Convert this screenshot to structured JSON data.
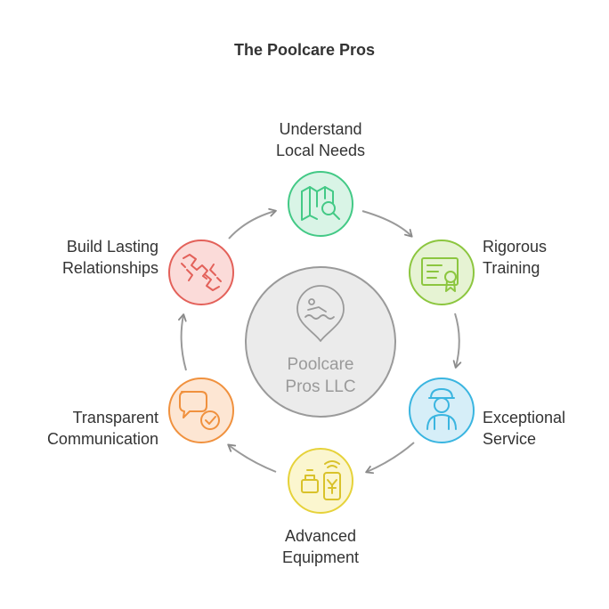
{
  "title": "The Poolcare Pros",
  "center": {
    "line1": "Poolcare",
    "line2": "Pros LLC",
    "icon": "swimmer-location-pin-icon"
  },
  "steps": [
    {
      "line1": "Understand",
      "line2": "Local Needs",
      "icon": "map-search-icon",
      "color": "#43c986",
      "fill": "#d9f4e6"
    },
    {
      "line1": "Rigorous",
      "line2": "Training",
      "icon": "certificate-icon",
      "color": "#8cc63f",
      "fill": "#e6f3d3"
    },
    {
      "line1": "Exceptional",
      "line2": "Service",
      "icon": "technician-icon",
      "color": "#3ab5e0",
      "fill": "#d6eef8"
    },
    {
      "line1": "Advanced",
      "line2": "Equipment",
      "icon": "pos-terminal-icon",
      "color": "#e6d23a",
      "fill": "#fbf6cf"
    },
    {
      "line1": "Transparent",
      "line2": "Communication",
      "icon": "chat-check-icon",
      "color": "#f0913e",
      "fill": "#fde6d3"
    },
    {
      "line1": "Build Lasting",
      "line2": "Relationships",
      "icon": "handshake-icon",
      "color": "#e3615a",
      "fill": "#fbdbd9"
    }
  ]
}
